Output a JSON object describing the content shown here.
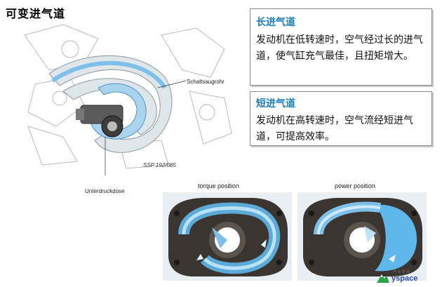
{
  "page": {
    "title": "可变进气道"
  },
  "long_intake": {
    "title": "长进气道",
    "body": "发动机在低转速时，空气经过长的进气道，使气缸充气最佳，且扭矩增大。"
  },
  "short_intake": {
    "title": "短进气道",
    "body": "发动机在高转速时，空气流经短进气道，可提高效率。"
  },
  "diagram": {
    "label_switch_tube": "Schaltsaugrohr",
    "label_vacuum_unit": "Unterdruckdose",
    "ref_code": "SSP 192/085"
  },
  "positions": {
    "torque_caption": "torque position",
    "power_caption": "power position"
  },
  "watermark": {
    "brand": "yspace",
    "sub": "汽 车 空 间"
  },
  "colors": {
    "accent_blue": "#1b7ec2",
    "airflow_blue": "#5fb7ea",
    "housing_dark": "#3a3530"
  }
}
